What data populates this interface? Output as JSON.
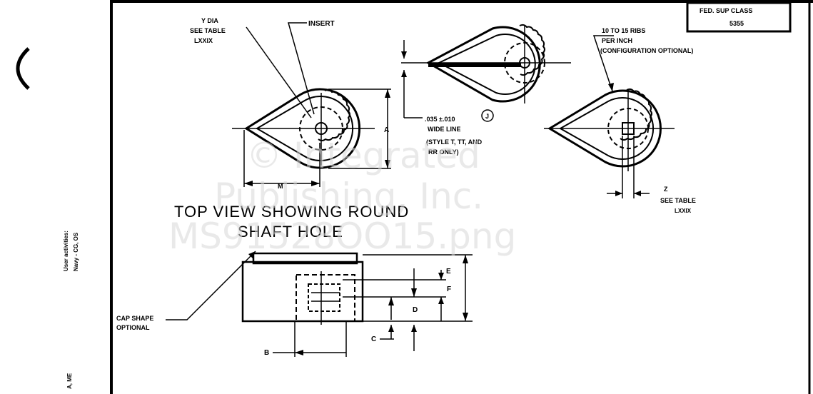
{
  "class_box": {
    "line1": "FED. SUP CLASS",
    "line2": "5355"
  },
  "side_margin": {
    "user_line1": "User activities:",
    "user_line2": "Navy - CG, OS",
    "bottom_line": "A, ME"
  },
  "top_left_view": {
    "y_dia_1": "Y DIA",
    "y_dia_2": "SEE TABLE",
    "y_dia_3": "LXXIX",
    "insert": "INSERT",
    "dim_a": "A",
    "dim_m": "M"
  },
  "top_middle_view": {
    "line_spec": ".035 ±.010",
    "line_spec_2": "WIDE LINE",
    "note_j": "J",
    "style_1": "(STYLE T, TT, AND",
    "style_2": "RR ONLY)"
  },
  "top_right_view": {
    "ribs_1": "10 TO 15 RIBS",
    "ribs_2": "PER INCH",
    "ribs_3": "(CONFIGURATION OPTIONAL)",
    "z_1": "Z",
    "z_2": "SEE TABLE",
    "z_3": "LXXIX"
  },
  "caption": {
    "line1": "TOP VIEW SHOWING ROUND",
    "line2": "SHAFT HOLE"
  },
  "side_view": {
    "cap_shape_1": "CAP SHAPE",
    "cap_shape_2": "OPTIONAL",
    "dim_b": "B",
    "dim_c": "C",
    "dim_d": "D",
    "dim_e": "E",
    "dim_f": "F"
  },
  "watermark": {
    "line1": "© Integrated",
    "line2": "Publishing, Inc.",
    "line3": "MS91528OO15.png"
  }
}
